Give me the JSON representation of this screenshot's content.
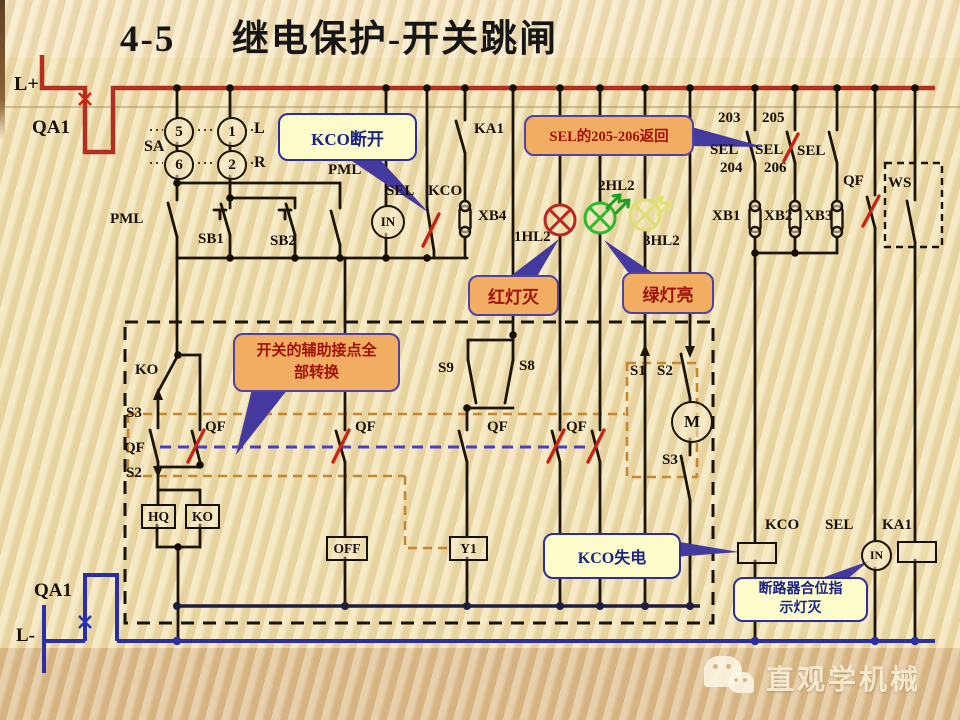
{
  "title": {
    "number": "4-5",
    "text": "继电保护-开关跳闸"
  },
  "power": {
    "positive": "L+",
    "negative": "L-",
    "breaker_top": "QA1",
    "breaker_bottom": "QA1"
  },
  "selector": {
    "label": "SA",
    "left": "L",
    "right": "R",
    "t5": "5",
    "t6": "6",
    "t1": "1",
    "t2": "2"
  },
  "components": {
    "pml_left": "PML",
    "pml_mid": "PML",
    "sb1": "SB1",
    "sb2": "SB2",
    "sel_top": "SEL",
    "kco_top": "KCO",
    "in_top": "IN",
    "ka1_top": "KA1",
    "xb4": "XB4",
    "hl1": "1HL2",
    "hl2": "2HL2",
    "hl3": "3HL2",
    "t203": "203",
    "t205": "205",
    "sel_a": "SEL",
    "t204": "204",
    "sel_b": "SEL",
    "t206": "206",
    "sel_c": "SEL",
    "xb1": "XB1",
    "xb2": "XB2",
    "xb3": "XB3",
    "qf_topright": "QF",
    "ws": "WS",
    "ko": "KO",
    "s3_left": "S3",
    "qf_left": "QF",
    "s2_left": "S2",
    "qf1": "QF",
    "qf2": "QF",
    "qf3": "QF",
    "qf4": "QF",
    "s9": "S9",
    "s8": "S8",
    "s1": "S1",
    "s2_mid": "S2",
    "motor": "M",
    "s3_mid": "S3",
    "hq_box": "HQ",
    "ko_box": "KO",
    "off_box": "OFF",
    "y1_box": "Y1",
    "kco_bottom": "KCO",
    "sel_bottom": "SEL",
    "in_bottom": "IN",
    "ka1_bottom": "KA1"
  },
  "callouts": {
    "kco_open": "KCO断开",
    "sel_return": "SEL的205-206返回",
    "red_lamp_off": "红灯灭",
    "green_lamp_on": "绿灯亮",
    "aux_contacts": "开关的辅助接点全部转换",
    "kco_deenergized": "KCO失电",
    "breaker_lamp_off": "断路器合位指示灯灭"
  },
  "watermark": {
    "text": "直观学机械",
    "icon": "wechat-icon"
  },
  "colors": {
    "bus_positive": "#b23020",
    "bus_negative": "#2a2fa8",
    "return_rail": "#201c40",
    "wire": "#1d1408",
    "fault_mark": "#cc2211",
    "lamp_red": "#b8281e",
    "lamp_green": "#2dbb2d",
    "lamp_yellow": "#dede72",
    "callout_yellow_bg": "#fcfcca",
    "callout_orange_bg": "#f1ad62",
    "dashed_box": "#17120a",
    "dashed_orange": "#c8872f",
    "dashed_blue": "#4a3fc0"
  }
}
